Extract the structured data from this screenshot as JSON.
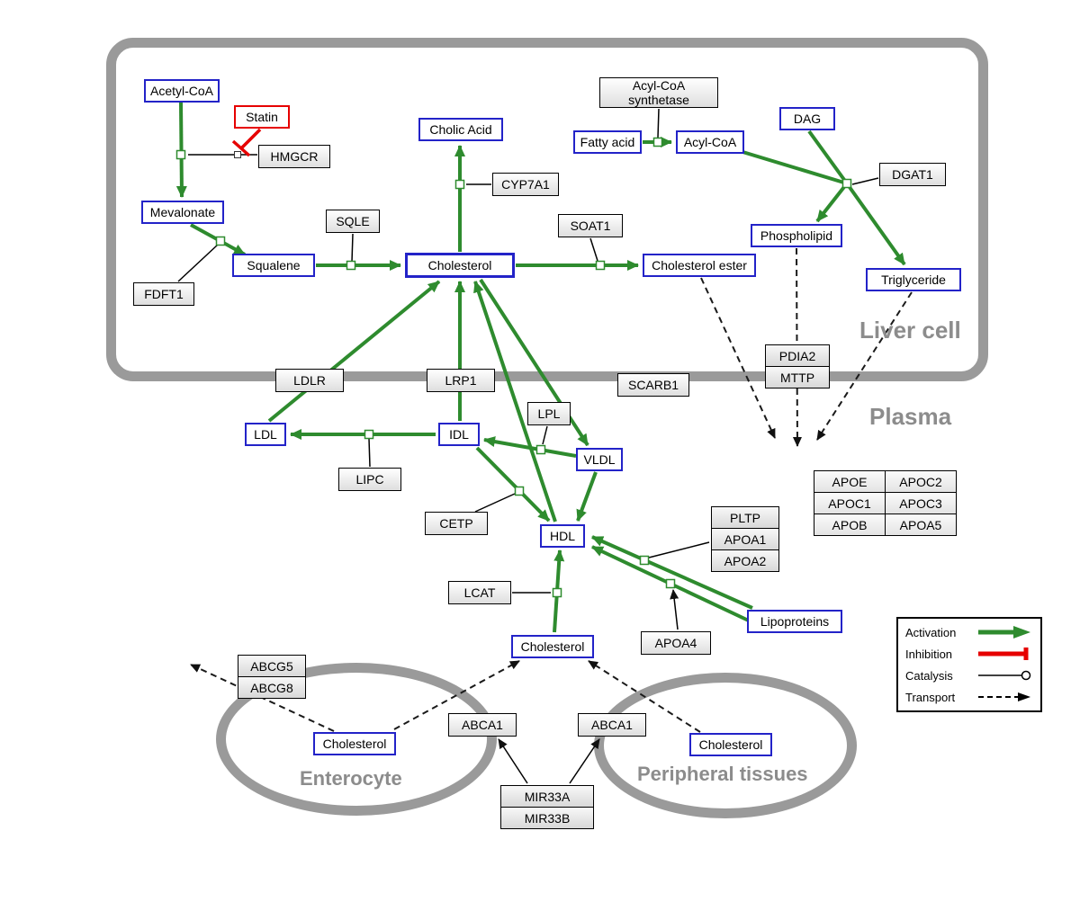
{
  "compartments": {
    "liver": "Liver cell",
    "plasma": "Plasma",
    "enterocyte": "Enterocyte",
    "peripheral": "Peripheral tissues"
  },
  "nodes": {
    "acetyl_coa": "Acetyl-CoA",
    "statin": "Statin",
    "hmgcr": "HMGCR",
    "mevalonate": "Mevalonate",
    "fdft1": "FDFT1",
    "squalene": "Squalene",
    "sqle": "SQLE",
    "cholic_acid": "Cholic Acid",
    "cyp7a1": "CYP7A1",
    "cholesterol_liver": "Cholesterol",
    "soat1": "SOAT1",
    "cholesterol_ester": "Cholesterol ester",
    "acyl_coa_synthetase": "Acyl-CoA synthetase",
    "fatty_acid": "Fatty acid",
    "acyl_coa": "Acyl-CoA",
    "dag": "DAG",
    "dgat1": "DGAT1",
    "phospholipid": "Phospholipid",
    "triglyceride": "Triglyceride",
    "pdia2": "PDIA2",
    "mttp": "MTTP",
    "ldlr": "LDLR",
    "lrp1": "LRP1",
    "scarb1": "SCARB1",
    "ldl": "LDL",
    "lipc": "LIPC",
    "idl": "IDL",
    "lpl": "LPL",
    "vldl": "VLDL",
    "cetp": "CETP",
    "hdl": "HDL",
    "lcat": "LCAT",
    "pltp": "PLTP",
    "apoa1": "APOA1",
    "apoa2": "APOA2",
    "apoa4": "APOA4",
    "lipoproteins": "Lipoproteins",
    "apo_table": [
      [
        "APOE",
        "APOC2"
      ],
      [
        "APOC1",
        "APOC3"
      ],
      [
        "APOB",
        "APOA5"
      ]
    ],
    "cholesterol_plasma": "Cholesterol",
    "abcg5": "ABCG5",
    "abcg8": "ABCG8",
    "cholesterol_enterocyte": "Cholesterol",
    "abca1": "ABCA1",
    "cholesterol_peripheral": "Cholesterol",
    "mir33a": "MIR33A",
    "mir33b": "MIR33B"
  },
  "legend": {
    "items": [
      {
        "label": "Activation",
        "type": "activation"
      },
      {
        "label": "Inhibition",
        "type": "inhibition"
      },
      {
        "label": "Catalysis",
        "type": "catalysis"
      },
      {
        "label": "Transport",
        "type": "transport"
      }
    ]
  },
  "colors": {
    "activation": "#2e8b2e",
    "inhibition": "#e60000",
    "metabolite_border": "#2323c8",
    "gene_border": "#000000",
    "compartment": "#9a9a9a"
  }
}
